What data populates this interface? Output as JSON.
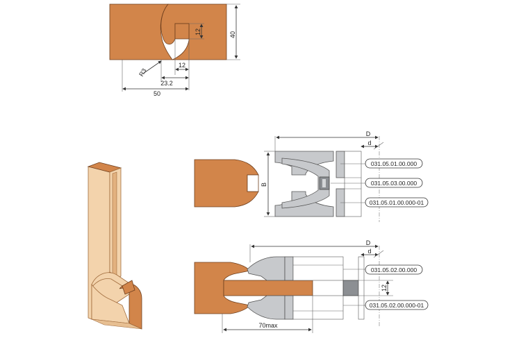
{
  "top_profile": {
    "dim_height": "40",
    "dim_slot_depth": "12",
    "dim_slot_width": "12",
    "dim_radius": "R3",
    "dim_inner": "23.2",
    "dim_overall": "50"
  },
  "upper_tool": {
    "label_D": "D",
    "label_d": "d",
    "label_B": "B",
    "codes": [
      "031.05.01.00.000",
      "031.05.03.00.000",
      "031.05.01.00.000-01"
    ]
  },
  "lower_tool": {
    "label_D": "D",
    "label_d": "d",
    "dim_depth": "12",
    "dim_max": "70max",
    "codes": [
      "031.05.02.00.000",
      "031.05.02.00.000-01"
    ]
  },
  "colors": {
    "wood": "#d2854a",
    "wood_light": "#f3d3ac",
    "steel": "#c7c9cc"
  }
}
